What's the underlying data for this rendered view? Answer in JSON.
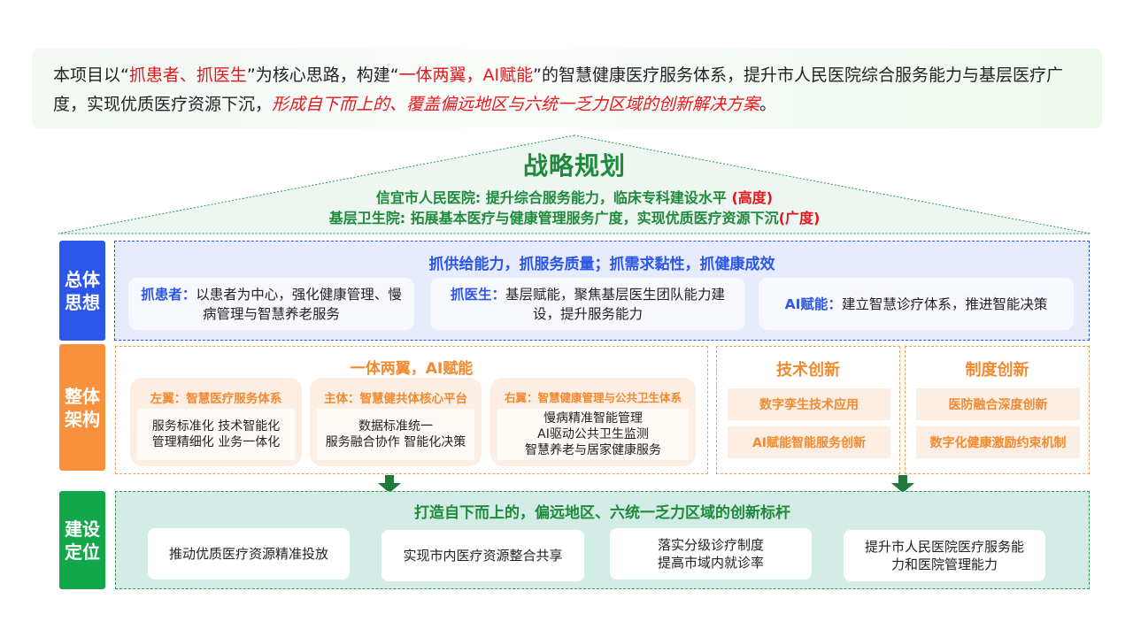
{
  "intro": {
    "segments": [
      {
        "text": "本项目以“",
        "style": "normal"
      },
      {
        "text": "抓患者、抓医生",
        "style": "red"
      },
      {
        "text": "”为核心思路，构建“",
        "style": "normal"
      },
      {
        "text": "一体两翼，AI赋能",
        "style": "red"
      },
      {
        "text": "”的智慧健康医疗服务体系，提升市人民医院综合服务能力与基层医疗广度，实现优质医疗资源下沉，",
        "style": "normal"
      },
      {
        "text": "形成自下而上的、覆盖偏远地区与六统一乏力区域的创新解决方案",
        "style": "red-italic"
      },
      {
        "text": "。",
        "style": "normal"
      }
    ]
  },
  "strategy": {
    "title": "战略规划",
    "line1": {
      "text": "信宜市人民医院: 提升综合服务能力，临床专科建设水平 ",
      "tag": "(高度)"
    },
    "line2": {
      "text": "基层卫生院: 拓展基本医疗与健康管理服务广度，实现优质医疗资源下沉",
      "tag": "(广度)"
    }
  },
  "rows": {
    "overall_thinking": {
      "label": "总体思想",
      "color": "#2b56e8",
      "title": "抓供给能力，抓服务质量；抓需求黏性，抓健康成效",
      "cards": [
        {
          "key": "抓患者：",
          "text": "以患者为中心，强化健康管理、慢病管理与智慧养老服务"
        },
        {
          "key": "抓医生：",
          "text": "基层赋能，聚焦基层医生团队能力建设，提升服务能力"
        },
        {
          "key": "AI赋能：",
          "text": "建立智慧诊疗体系，推进智能决策"
        }
      ]
    },
    "architecture": {
      "label": "整体架构",
      "color": "#f7913d",
      "main_title": "一体两翼，AI赋能",
      "wings": [
        {
          "title": "左翼：智慧医疗服务体系",
          "body": "服务标准化  技术智能化\n管理精细化  业务一体化"
        },
        {
          "title": "主体：智慧健共体核心平台",
          "body": "数据标准统一\n服务融合协作   智能化决策"
        },
        {
          "title": "右翼：智慧健康管理与公共卫生体系",
          "body": "慢病精准智能管理\nAI驱动公共卫生监测\n智慧养老与居家健康服务"
        }
      ],
      "tech_innovation": {
        "title": "技术创新",
        "items": [
          "数字孪生技术应用",
          "AI赋能智能服务创新"
        ]
      },
      "system_innovation": {
        "title": "制度创新",
        "items": [
          "医防融合深度创新",
          "数字化健康激励约束机制"
        ]
      }
    },
    "positioning": {
      "label": "建设定位",
      "color": "#12a84a",
      "title": "打造自下而上的，偏远地区、六统一乏力区域的创新标杆",
      "cards": [
        "推动优质医疗资源精准投放",
        "实现市内医疗资源整合共享",
        "落实分级诊疗制度\n提高市域内就诊率",
        "提升市人民医院医疗服务能\n力和医院管理能力"
      ]
    }
  },
  "colors": {
    "green": "#1e8a3c",
    "red": "#e8151b",
    "blue": "#2b56e8",
    "orange": "#f28a30"
  }
}
